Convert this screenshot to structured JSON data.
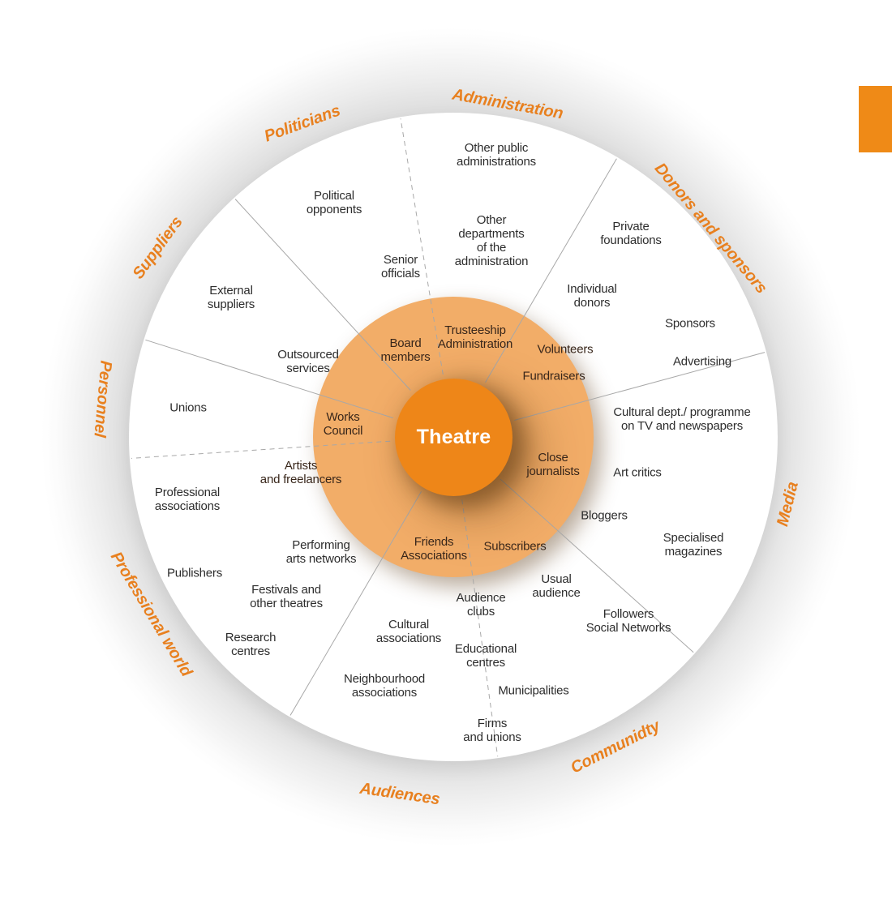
{
  "center": {
    "label": "Theatre"
  },
  "colors": {
    "center_circle": "#ee8618",
    "inner_ring": "#f2ad68",
    "sector_label_orange": "#e8801f",
    "corner_marker": "#ef8a17",
    "divider_line": "#a8a8a8"
  },
  "sectors": [
    {
      "label": "Administration"
    },
    {
      "label": "Donors and sponsors"
    },
    {
      "label": "Media"
    },
    {
      "label": "Communidty"
    },
    {
      "label": "Audiences"
    },
    {
      "label": "Professional world"
    },
    {
      "label": "Personnel"
    },
    {
      "label": "Suppliers"
    },
    {
      "label": "Politicians"
    }
  ],
  "inner_ring": [
    {
      "label": "Trusteeship\nAdministration"
    },
    {
      "label": "Volunteers"
    },
    {
      "label": "Fundraisers"
    },
    {
      "label": "Close\njournalists"
    },
    {
      "label": "Subscribers"
    },
    {
      "label": "Friends\nAssociations"
    },
    {
      "label": "Artists\nand freelancers"
    },
    {
      "label": "Works\nCouncil"
    },
    {
      "label": "Board\nmembers"
    }
  ],
  "outer_ring": [
    {
      "label": "Other public\nadministrations"
    },
    {
      "label": "Other\ndepartments\nof the\nadministration"
    },
    {
      "label": "Senior\nofficials"
    },
    {
      "label": "Political\nopponents"
    },
    {
      "label": "External\nsuppliers"
    },
    {
      "label": "Outsourced\nservices"
    },
    {
      "label": "Unions"
    },
    {
      "label": "Private\nfoundations"
    },
    {
      "label": "Individual\ndonors"
    },
    {
      "label": "Sponsors"
    },
    {
      "label": "Advertising"
    },
    {
      "label": "Cultural dept./ programme\non TV and newspapers"
    },
    {
      "label": "Art critics"
    },
    {
      "label": "Bloggers"
    },
    {
      "label": "Specialised\nmagazines"
    },
    {
      "label": "Usual\naudience"
    },
    {
      "label": "Followers\nSocial Networks"
    },
    {
      "label": "Municipalities"
    },
    {
      "label": "Firms\nand unions"
    },
    {
      "label": "Educational\ncentres"
    },
    {
      "label": "Audience\nclubs"
    },
    {
      "label": "Cultural\nassociations"
    },
    {
      "label": "Neighbourhood\nassociations"
    },
    {
      "label": "Professional\nassociations"
    },
    {
      "label": "Publishers"
    },
    {
      "label": "Performing\narts networks"
    },
    {
      "label": "Festivals and\nother theatres"
    },
    {
      "label": "Research\ncentres"
    }
  ]
}
